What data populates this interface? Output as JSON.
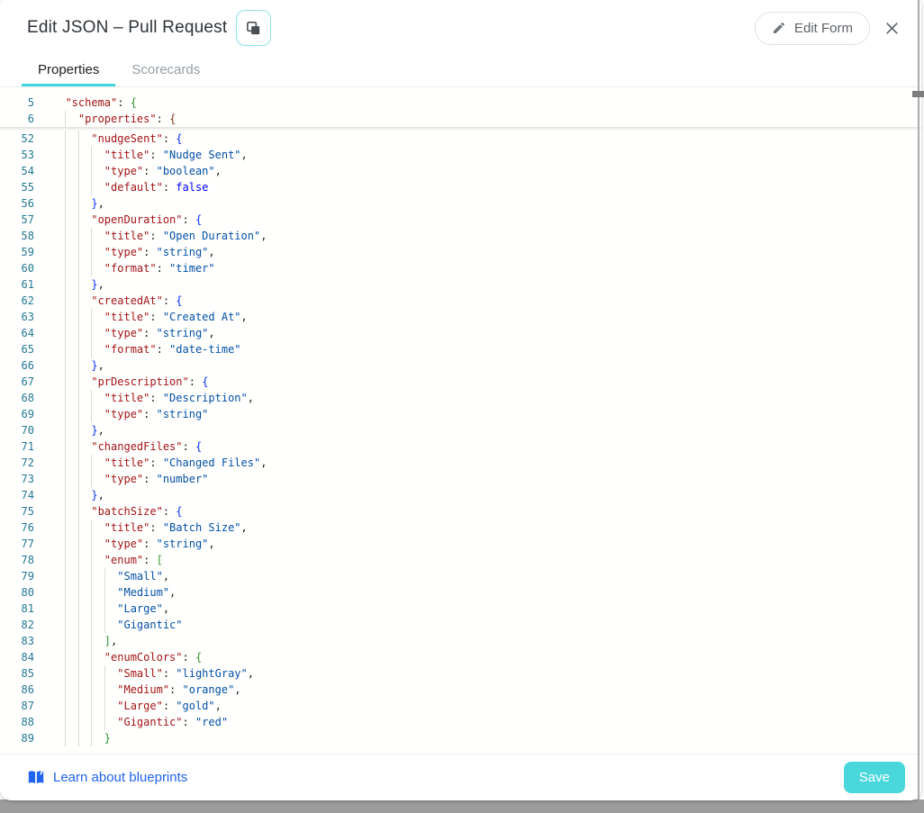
{
  "modal": {
    "title": "Edit JSON – Pull Request",
    "edit_form_label": "Edit Form"
  },
  "tabs": [
    {
      "label": "Properties",
      "active": true
    },
    {
      "label": "Scorecards",
      "active": false
    }
  ],
  "footer": {
    "link_label": "Learn about blueprints",
    "save_label": "Save"
  },
  "colors": {
    "accent_teal": "#42d7dc",
    "save_button": "#4ad7dc",
    "link_blue": "#2064f0",
    "line_number": "#237893",
    "json_key": "#a31515",
    "json_string_value": "#0451a5",
    "json_keyword": "#0000ff",
    "bracket_level_blue": "#0431fa",
    "bracket_level_green": "#319331",
    "bracket_level_brown": "#7b3814"
  },
  "editor": {
    "sticky_lines": [
      {
        "n": 5,
        "i": 1,
        "t": [
          [
            "k",
            "\"schema\""
          ],
          [
            "p",
            ": "
          ],
          [
            "b2",
            "{"
          ]
        ]
      },
      {
        "n": 6,
        "i": 2,
        "t": [
          [
            "k",
            "\"properties\""
          ],
          [
            "p",
            ": "
          ],
          [
            "b3",
            "{"
          ]
        ]
      }
    ],
    "lines": [
      {
        "n": 52,
        "i": 3,
        "t": [
          [
            "k",
            "\"nudgeSent\""
          ],
          [
            "p",
            ": "
          ],
          [
            "b1",
            "{"
          ]
        ]
      },
      {
        "n": 53,
        "i": 4,
        "t": [
          [
            "k",
            "\"title\""
          ],
          [
            "p",
            ": "
          ],
          [
            "s",
            "\"Nudge Sent\""
          ],
          [
            "p",
            ","
          ]
        ]
      },
      {
        "n": 54,
        "i": 4,
        "t": [
          [
            "k",
            "\"type\""
          ],
          [
            "p",
            ": "
          ],
          [
            "s",
            "\"boolean\""
          ],
          [
            "p",
            ","
          ]
        ]
      },
      {
        "n": 55,
        "i": 4,
        "t": [
          [
            "k",
            "\"default\""
          ],
          [
            "p",
            ": "
          ],
          [
            "w",
            "false"
          ]
        ]
      },
      {
        "n": 56,
        "i": 3,
        "t": [
          [
            "b1",
            "}"
          ],
          [
            "p",
            ","
          ]
        ]
      },
      {
        "n": 57,
        "i": 3,
        "t": [
          [
            "k",
            "\"openDuration\""
          ],
          [
            "p",
            ": "
          ],
          [
            "b1",
            "{"
          ]
        ]
      },
      {
        "n": 58,
        "i": 4,
        "t": [
          [
            "k",
            "\"title\""
          ],
          [
            "p",
            ": "
          ],
          [
            "s",
            "\"Open Duration\""
          ],
          [
            "p",
            ","
          ]
        ]
      },
      {
        "n": 59,
        "i": 4,
        "t": [
          [
            "k",
            "\"type\""
          ],
          [
            "p",
            ": "
          ],
          [
            "s",
            "\"string\""
          ],
          [
            "p",
            ","
          ]
        ]
      },
      {
        "n": 60,
        "i": 4,
        "t": [
          [
            "k",
            "\"format\""
          ],
          [
            "p",
            ": "
          ],
          [
            "s",
            "\"timer\""
          ]
        ]
      },
      {
        "n": 61,
        "i": 3,
        "t": [
          [
            "b1",
            "}"
          ],
          [
            "p",
            ","
          ]
        ]
      },
      {
        "n": 62,
        "i": 3,
        "t": [
          [
            "k",
            "\"createdAt\""
          ],
          [
            "p",
            ": "
          ],
          [
            "b1",
            "{"
          ]
        ]
      },
      {
        "n": 63,
        "i": 4,
        "t": [
          [
            "k",
            "\"title\""
          ],
          [
            "p",
            ": "
          ],
          [
            "s",
            "\"Created At\""
          ],
          [
            "p",
            ","
          ]
        ]
      },
      {
        "n": 64,
        "i": 4,
        "t": [
          [
            "k",
            "\"type\""
          ],
          [
            "p",
            ": "
          ],
          [
            "s",
            "\"string\""
          ],
          [
            "p",
            ","
          ]
        ]
      },
      {
        "n": 65,
        "i": 4,
        "t": [
          [
            "k",
            "\"format\""
          ],
          [
            "p",
            ": "
          ],
          [
            "s",
            "\"date-time\""
          ]
        ]
      },
      {
        "n": 66,
        "i": 3,
        "t": [
          [
            "b1",
            "}"
          ],
          [
            "p",
            ","
          ]
        ]
      },
      {
        "n": 67,
        "i": 3,
        "t": [
          [
            "k",
            "\"prDescription\""
          ],
          [
            "p",
            ": "
          ],
          [
            "b1",
            "{"
          ]
        ]
      },
      {
        "n": 68,
        "i": 4,
        "t": [
          [
            "k",
            "\"title\""
          ],
          [
            "p",
            ": "
          ],
          [
            "s",
            "\"Description\""
          ],
          [
            "p",
            ","
          ]
        ]
      },
      {
        "n": 69,
        "i": 4,
        "t": [
          [
            "k",
            "\"type\""
          ],
          [
            "p",
            ": "
          ],
          [
            "s",
            "\"string\""
          ]
        ]
      },
      {
        "n": 70,
        "i": 3,
        "t": [
          [
            "b1",
            "}"
          ],
          [
            "p",
            ","
          ]
        ]
      },
      {
        "n": 71,
        "i": 3,
        "t": [
          [
            "k",
            "\"changedFiles\""
          ],
          [
            "p",
            ": "
          ],
          [
            "b1",
            "{"
          ]
        ]
      },
      {
        "n": 72,
        "i": 4,
        "t": [
          [
            "k",
            "\"title\""
          ],
          [
            "p",
            ": "
          ],
          [
            "s",
            "\"Changed Files\""
          ],
          [
            "p",
            ","
          ]
        ]
      },
      {
        "n": 73,
        "i": 4,
        "t": [
          [
            "k",
            "\"type\""
          ],
          [
            "p",
            ": "
          ],
          [
            "s",
            "\"number\""
          ]
        ]
      },
      {
        "n": 74,
        "i": 3,
        "t": [
          [
            "b1",
            "}"
          ],
          [
            "p",
            ","
          ]
        ]
      },
      {
        "n": 75,
        "i": 3,
        "t": [
          [
            "k",
            "\"batchSize\""
          ],
          [
            "p",
            ": "
          ],
          [
            "b1",
            "{"
          ]
        ]
      },
      {
        "n": 76,
        "i": 4,
        "t": [
          [
            "k",
            "\"title\""
          ],
          [
            "p",
            ": "
          ],
          [
            "s",
            "\"Batch Size\""
          ],
          [
            "p",
            ","
          ]
        ]
      },
      {
        "n": 77,
        "i": 4,
        "t": [
          [
            "k",
            "\"type\""
          ],
          [
            "p",
            ": "
          ],
          [
            "s",
            "\"string\""
          ],
          [
            "p",
            ","
          ]
        ]
      },
      {
        "n": 78,
        "i": 4,
        "t": [
          [
            "k",
            "\"enum\""
          ],
          [
            "p",
            ": "
          ],
          [
            "b2",
            "["
          ]
        ]
      },
      {
        "n": 79,
        "i": 5,
        "t": [
          [
            "s",
            "\"Small\""
          ],
          [
            "p",
            ","
          ]
        ]
      },
      {
        "n": 80,
        "i": 5,
        "t": [
          [
            "s",
            "\"Medium\""
          ],
          [
            "p",
            ","
          ]
        ]
      },
      {
        "n": 81,
        "i": 5,
        "t": [
          [
            "s",
            "\"Large\""
          ],
          [
            "p",
            ","
          ]
        ]
      },
      {
        "n": 82,
        "i": 5,
        "t": [
          [
            "s",
            "\"Gigantic\""
          ]
        ]
      },
      {
        "n": 83,
        "i": 4,
        "t": [
          [
            "b2",
            "]"
          ],
          [
            "p",
            ","
          ]
        ]
      },
      {
        "n": 84,
        "i": 4,
        "t": [
          [
            "k",
            "\"enumColors\""
          ],
          [
            "p",
            ": "
          ],
          [
            "b2",
            "{"
          ]
        ]
      },
      {
        "n": 85,
        "i": 5,
        "t": [
          [
            "k",
            "\"Small\""
          ],
          [
            "p",
            ": "
          ],
          [
            "s",
            "\"lightGray\""
          ],
          [
            "p",
            ","
          ]
        ]
      },
      {
        "n": 86,
        "i": 5,
        "t": [
          [
            "k",
            "\"Medium\""
          ],
          [
            "p",
            ": "
          ],
          [
            "s",
            "\"orange\""
          ],
          [
            "p",
            ","
          ]
        ]
      },
      {
        "n": 87,
        "i": 5,
        "t": [
          [
            "k",
            "\"Large\""
          ],
          [
            "p",
            ": "
          ],
          [
            "s",
            "\"gold\""
          ],
          [
            "p",
            ","
          ]
        ]
      },
      {
        "n": 88,
        "i": 5,
        "t": [
          [
            "k",
            "\"Gigantic\""
          ],
          [
            "p",
            ": "
          ],
          [
            "s",
            "\"red\""
          ]
        ]
      },
      {
        "n": 89,
        "i": 4,
        "t": [
          [
            "b2",
            "}"
          ]
        ]
      }
    ]
  }
}
